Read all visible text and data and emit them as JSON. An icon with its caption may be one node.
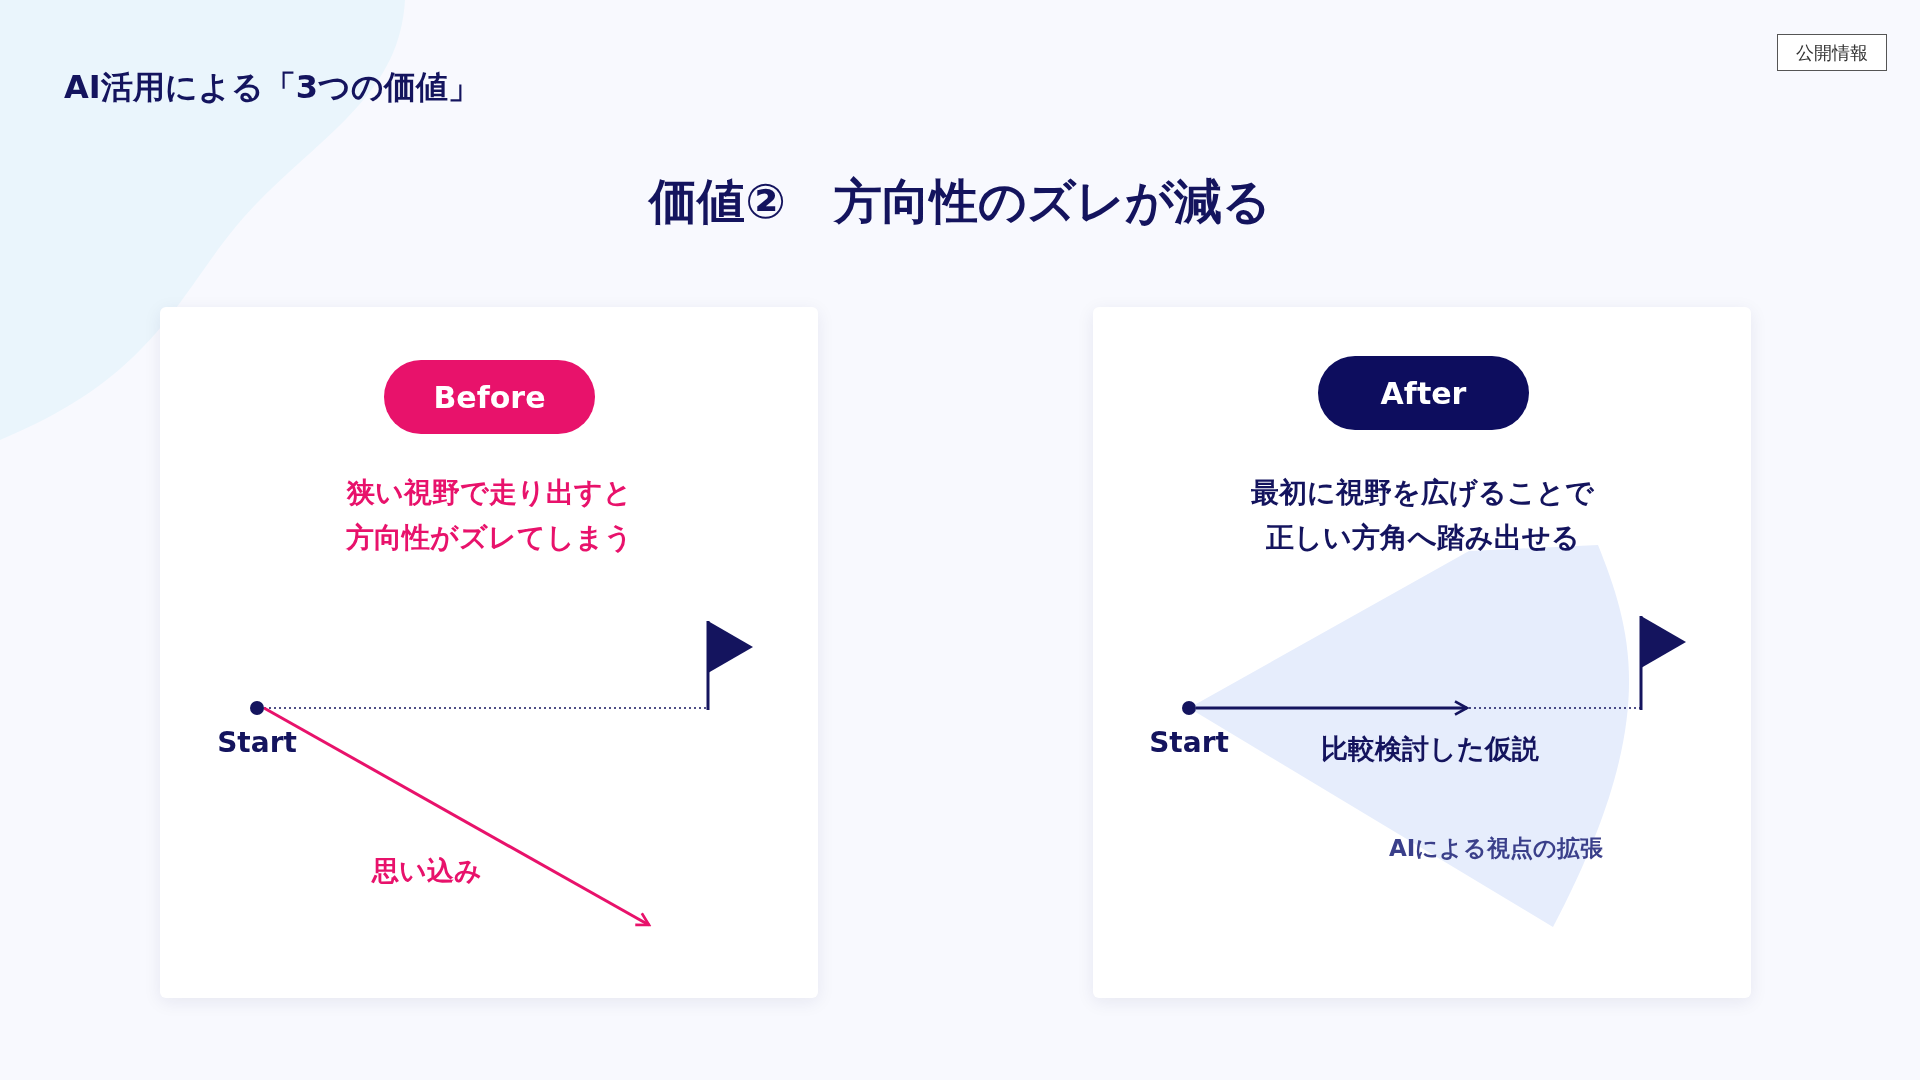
{
  "diagram": {
    "title": "価値②　方向性のズレが減る",
    "nodes": [
      {
        "text": [
          "Before"
        ]
      },
      {
        "text": [],
        "shape": "circle",
        "beside": [
          "Start"
        ]
      },
      {
        "text": [],
        "shape": "flag"
      },
      {
        "text": [
          "After"
        ]
      },
      {
        "text": [],
        "shape": "circle",
        "beside": [
          "Start"
        ]
      },
      {
        "text": [],
        "shape": "flag"
      },
      {
        "text": [
          "AIによる視点の拡張"
        ]
      }
    ],
    "edges": [
      {
        "from": 1,
        "to": 2,
        "arrow": "none",
        "style": "dashed"
      },
      {
        "from": 1,
        "to": null,
        "arrow": "to",
        "label": "思い込み",
        "color": "#e8126b"
      },
      {
        "from": 4,
        "to": 6,
        "arrow": "to",
        "label": "比較検討した仮説"
      },
      {
        "from": 6,
        "to": 5,
        "arrow": "none",
        "style": "dashed"
      }
    ],
    "labels": [
      "AI活用による「3つの価値」",
      "公開情報",
      "狭い視野で走り出すと方向性がズレてしまう",
      "最初に視野を広げることで正しい方角へ踏み出せる"
    ]
  }
}
